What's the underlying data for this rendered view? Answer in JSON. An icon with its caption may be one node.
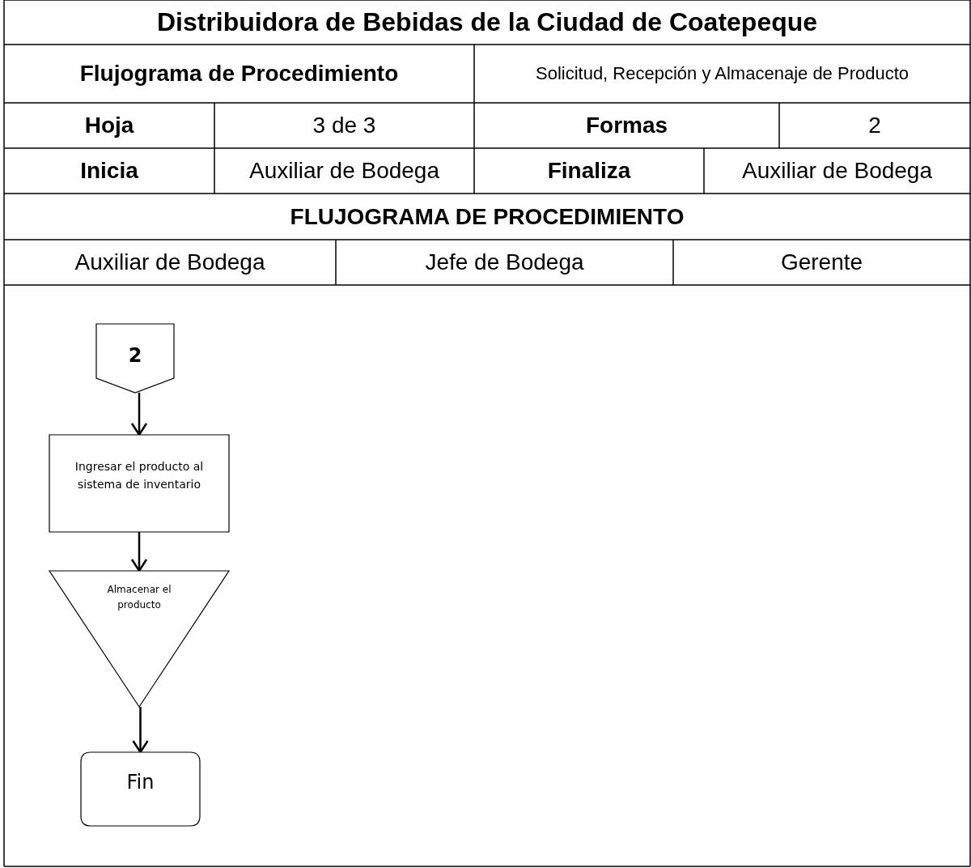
{
  "diagram": {
    "title": "Distribuidora de Bebidas de la Ciudad de Coatepeque",
    "nodes": [
      {
        "text": [
          "2"
        ]
      },
      {
        "text": [
          "Ingresar el producto al sistema de inventario"
        ]
      },
      {
        "text": [
          "Almacenar el producto"
        ]
      },
      {
        "text": [
          "Fin"
        ]
      }
    ],
    "edges": [
      {
        "from": 0,
        "to": 1,
        "arrow": "to"
      },
      {
        "from": 1,
        "to": 2,
        "arrow": "to"
      },
      {
        "from": 2,
        "to": 3,
        "arrow": "to"
      }
    ],
    "labels": [
      "Flujograma de Procedimiento",
      "Solicitud, Recepción y Almacenaje de Producto",
      "Hoja",
      "3 de 3",
      "Formas",
      "2",
      "Inicia",
      "Auxiliar de Bodega",
      "Finaliza",
      "Auxiliar de Bodega",
      "FLUJOGRAMA DE PROCEDIMIENTO",
      "Auxiliar de Bodega",
      "Jefe de Bodega",
      "Gerente"
    ]
  }
}
